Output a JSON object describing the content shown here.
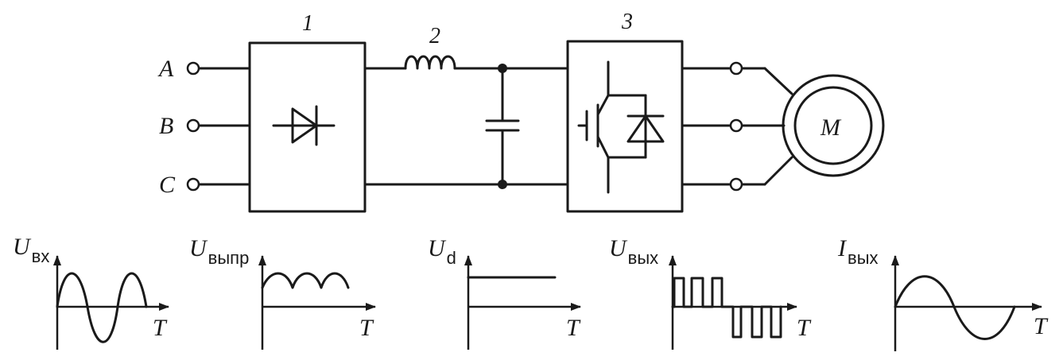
{
  "inputs": {
    "a": "A",
    "b": "B",
    "c": "C"
  },
  "blocks": {
    "rectifier_number": "1",
    "choke_number": "2",
    "inverter_number": "3"
  },
  "motor_label": "M",
  "graphs": [
    {
      "symbol": "U",
      "subscript": "вх",
      "axis": "T"
    },
    {
      "symbol": "U",
      "subscript": "выпр",
      "axis": "T"
    },
    {
      "symbol": "U",
      "subscript": "d",
      "axis": "T"
    },
    {
      "symbol": "U",
      "subscript": "вых",
      "axis": "T"
    },
    {
      "symbol": "I",
      "subscript": "вых",
      "axis": "T"
    }
  ]
}
